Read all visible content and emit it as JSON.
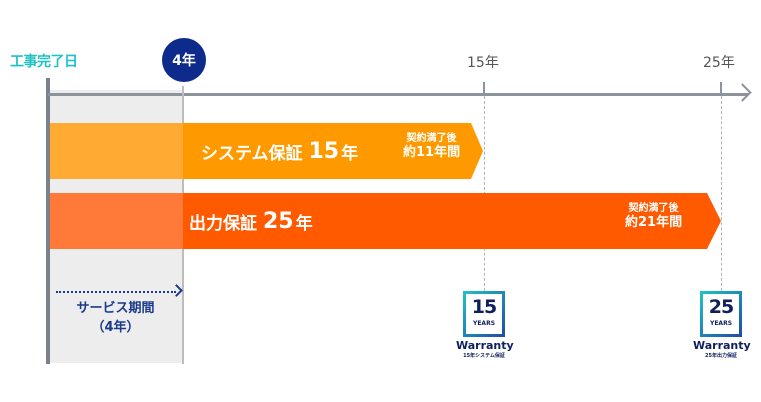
{
  "timeline": {
    "start_label": "工事完了日",
    "service_end_label": "4年",
    "ticks": [
      {
        "label": "15年"
      },
      {
        "label": "25年"
      }
    ]
  },
  "bars": [
    {
      "title": "システム保証",
      "years": "15",
      "unit": "年",
      "note_line1": "契約満了後",
      "note_line2": "約11年間",
      "color": "#ff9900",
      "pre_color": "#ffaa33"
    },
    {
      "title": "出力保証",
      "years": "25",
      "unit": "年",
      "note_line1": "契約満了後",
      "note_line2": "約21年間",
      "color": "#ff5a00",
      "pre_color": "#ff7a38"
    }
  ],
  "service": {
    "label_line1": "サービス期間",
    "label_line2": "（4年）"
  },
  "badges": [
    {
      "number": "15",
      "years": "YEARS",
      "word": "Warranty",
      "sub": "15年システム保証"
    },
    {
      "number": "25",
      "years": "YEARS",
      "word": "Warranty",
      "sub": "25年出力保証"
    }
  ],
  "colors": {
    "accent_teal": "#1fc1c3",
    "navy": "#0e2a8b",
    "axis": "#8d939e"
  }
}
